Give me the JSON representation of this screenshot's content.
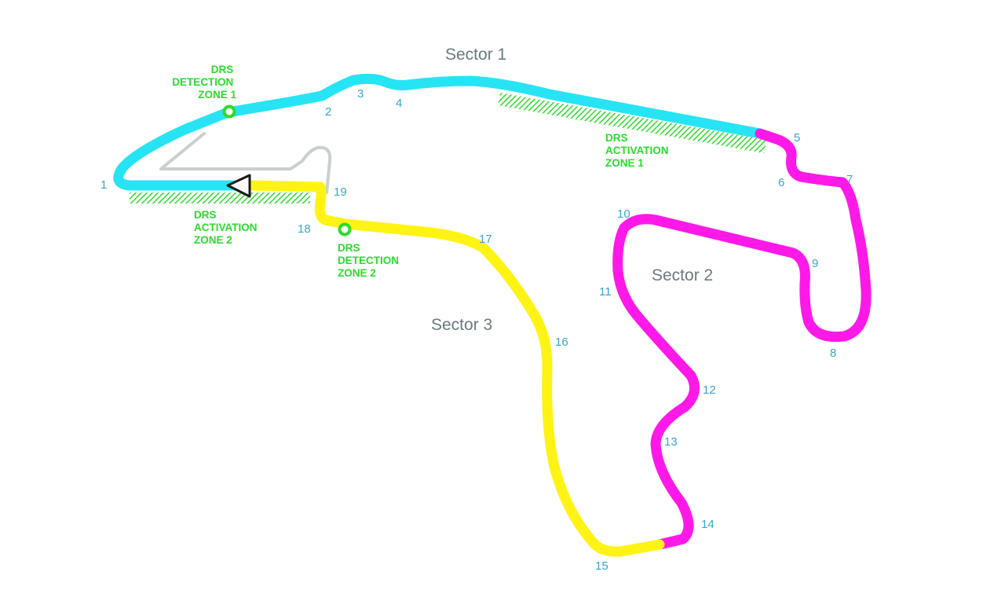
{
  "colors": {
    "sector_1": "#27e4f5",
    "sector_2": "#ff19e8",
    "sector_3": "#fff314",
    "drs": "#2bdc2b",
    "pit_lane": "#c9cfcf",
    "sector_label": "#6b7a80",
    "corner_label": "#3aa6c8"
  },
  "sectors": {
    "s1": "Sector 1",
    "s2": "Sector 2",
    "s3": "Sector 3"
  },
  "corners": [
    "1",
    "2",
    "3",
    "4",
    "5",
    "6",
    "7",
    "8",
    "9",
    "10",
    "11",
    "12",
    "13",
    "14",
    "15",
    "16",
    "17",
    "18",
    "19"
  ],
  "drs": {
    "detection_1": [
      "DRS",
      "DETECTION",
      "ZONE 1"
    ],
    "activation_1": [
      "DRS",
      "ACTIVATION",
      "ZONE 1"
    ],
    "activation_2": [
      "DRS",
      "ACTIVATION",
      "ZONE 2"
    ],
    "detection_2": [
      "DRS",
      "DETECTION",
      "ZONE 2"
    ]
  },
  "icons": {
    "start_finish": "start-direction-arrow-icon",
    "detection_point": "drs-detection-point-icon"
  }
}
